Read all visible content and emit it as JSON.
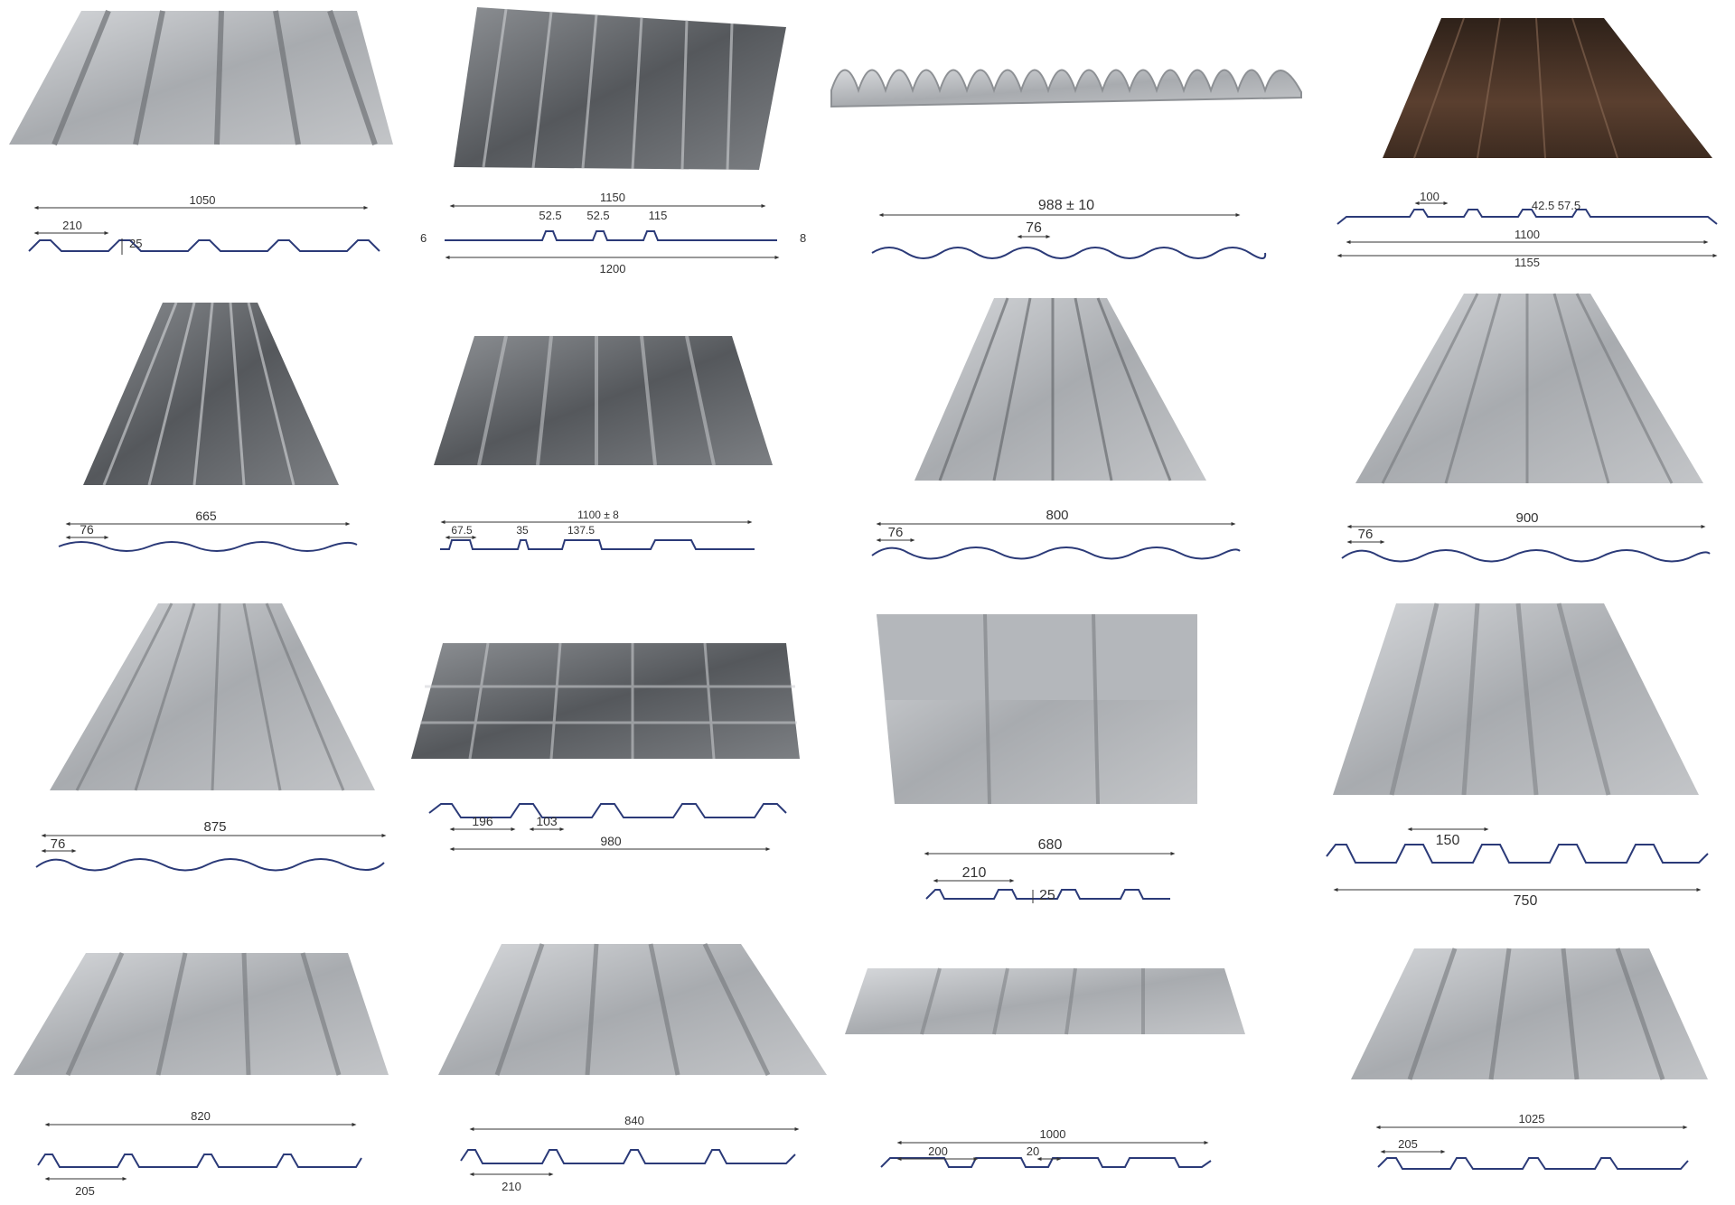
{
  "panels": [
    {
      "id": "p1",
      "texts": [
        "1050",
        "210",
        "25"
      ]
    },
    {
      "id": "p2",
      "texts": [
        "1150",
        "52.5",
        "52.5",
        "115",
        "6",
        "8",
        "1200"
      ]
    },
    {
      "id": "p3",
      "texts": [
        "988 ± 10",
        "76"
      ]
    },
    {
      "id": "p4",
      "texts": [
        "100",
        "42.5 57.5",
        "1100",
        "1155"
      ]
    },
    {
      "id": "p5",
      "texts": [
        "665",
        "76"
      ]
    },
    {
      "id": "p6",
      "texts": [
        "1100 ± 8",
        "67.5",
        "35",
        "137.5"
      ]
    },
    {
      "id": "p7",
      "texts": [
        "800",
        "76"
      ]
    },
    {
      "id": "p8",
      "texts": [
        "900",
        "76"
      ]
    },
    {
      "id": "p9",
      "texts": [
        "875",
        "76"
      ]
    },
    {
      "id": "p10",
      "texts": [
        "196",
        "103",
        "980"
      ]
    },
    {
      "id": "p11",
      "texts": [
        "680",
        "210",
        "25"
      ]
    },
    {
      "id": "p12",
      "texts": [
        "150",
        "750"
      ]
    },
    {
      "id": "p13",
      "texts": [
        "820",
        "205"
      ]
    },
    {
      "id": "p14",
      "texts": [
        "840",
        "210"
      ]
    },
    {
      "id": "p15",
      "texts": [
        "1000",
        "200",
        "20"
      ]
    },
    {
      "id": "p16",
      "texts": [
        "1025",
        "205"
      ]
    }
  ],
  "colors": {
    "profile_line": "#2b3a78",
    "dimension_line": "#333333",
    "sheet_light": "#c9cbce",
    "sheet_mid": "#a3a6aa",
    "sheet_dark": "#6f7276",
    "sheet_shadow": "#4a4d51",
    "sheet_rust_dark": "#2e2119",
    "sheet_rust_mid": "#6b4c3a"
  }
}
